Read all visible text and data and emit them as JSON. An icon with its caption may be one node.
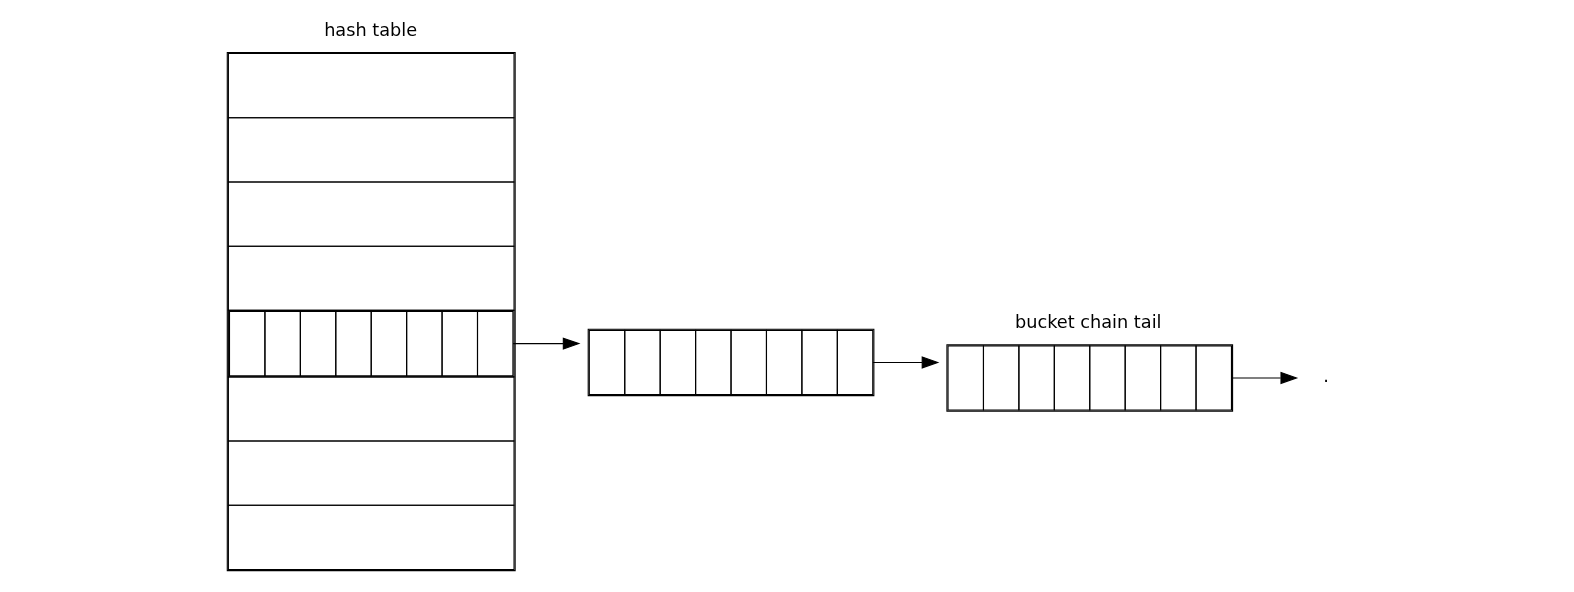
{
  "diagram": {
    "nodes": [
      {
        "text": [
          "hash table"
        ]
      },
      {
        "text": [],
        "shape": "box"
      },
      {
        "text": [
          "bucket chain tail"
        ]
      },
      {
        "text": [
          "."
        ]
      }
    ],
    "edges": [
      {
        "from": 0,
        "to": 1,
        "arrow": "to"
      },
      {
        "from": 1,
        "to": 2,
        "arrow": "to"
      },
      {
        "from": 2,
        "to": 3,
        "arrow": "to"
      }
    ]
  }
}
